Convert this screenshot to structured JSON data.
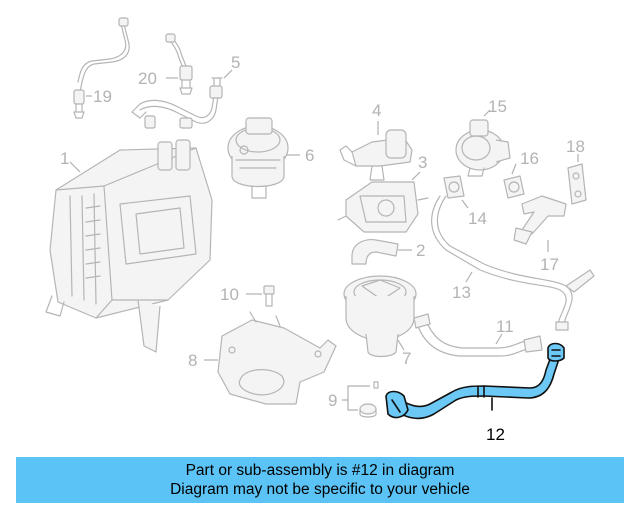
{
  "diagram": {
    "callouts": {
      "c1": "1",
      "c2": "2",
      "c3": "3",
      "c4": "4",
      "c5": "5",
      "c6": "6",
      "c7": "7",
      "c8": "8",
      "c9": "9",
      "c10": "10",
      "c11": "11",
      "c12": "12",
      "c13": "13",
      "c14": "14",
      "c15": "15",
      "c16": "16",
      "c17": "17",
      "c18": "18",
      "c19": "19",
      "c20": "20"
    },
    "highlight_color": "#6cc8f5"
  },
  "banner": {
    "line1": "Part or sub-assembly is #12 in diagram",
    "line2": "Diagram may not be specific to your vehicle",
    "background": "#5bc3f5"
  }
}
